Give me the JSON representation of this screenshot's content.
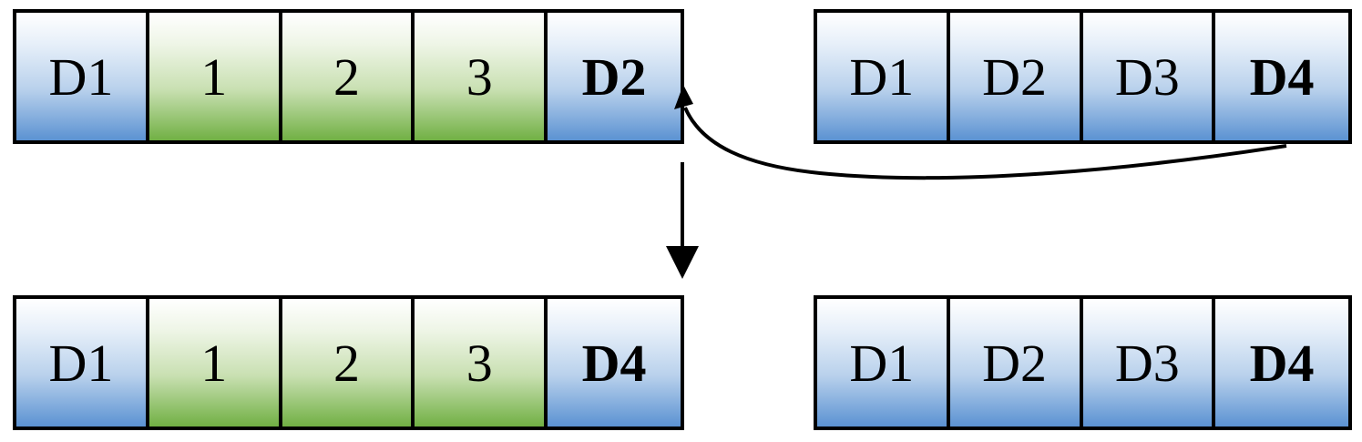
{
  "top_left_row": {
    "cells": [
      {
        "label": "D1",
        "color": "blue",
        "bold": false
      },
      {
        "label": "1",
        "color": "green",
        "bold": false
      },
      {
        "label": "2",
        "color": "green",
        "bold": false
      },
      {
        "label": "3",
        "color": "green",
        "bold": false
      },
      {
        "label": "D2",
        "color": "blue",
        "bold": true
      }
    ]
  },
  "top_right_row": {
    "cells": [
      {
        "label": "D1",
        "color": "blue",
        "bold": false
      },
      {
        "label": "D2",
        "color": "blue",
        "bold": false
      },
      {
        "label": "D3",
        "color": "blue",
        "bold": false
      },
      {
        "label": "D4",
        "color": "blue",
        "bold": true
      }
    ]
  },
  "bottom_left_row": {
    "cells": [
      {
        "label": "D1",
        "color": "blue",
        "bold": false
      },
      {
        "label": "1",
        "color": "green",
        "bold": false
      },
      {
        "label": "2",
        "color": "green",
        "bold": false
      },
      {
        "label": "3",
        "color": "green",
        "bold": false
      },
      {
        "label": "D4",
        "color": "blue",
        "bold": true
      }
    ]
  },
  "bottom_right_row": {
    "cells": [
      {
        "label": "D1",
        "color": "blue",
        "bold": false
      },
      {
        "label": "D2",
        "color": "blue",
        "bold": false
      },
      {
        "label": "D3",
        "color": "blue",
        "bold": false
      },
      {
        "label": "D4",
        "color": "blue",
        "bold": true
      }
    ]
  },
  "colors": {
    "blue_bottom": "#5b92d2",
    "green_bottom": "#71b044",
    "border": "#000000"
  }
}
